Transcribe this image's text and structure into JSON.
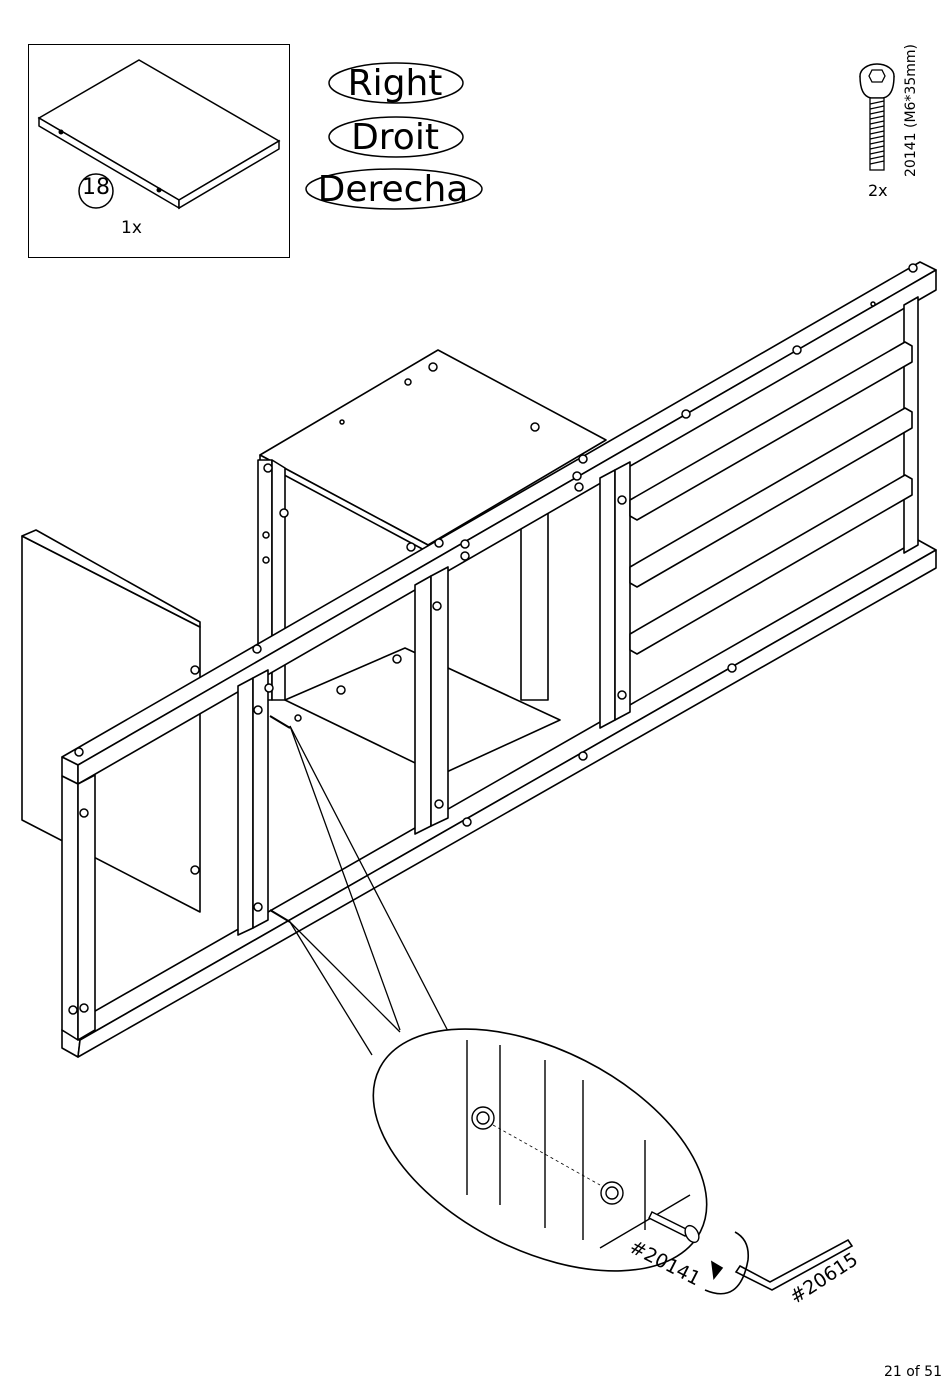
{
  "part": {
    "number": "18",
    "qty": "1x"
  },
  "labels": {
    "en": "Right",
    "fr": "Droit",
    "es": "Derecha"
  },
  "hardware": {
    "spec": "20141 (M6*35mm)",
    "qty": "2x"
  },
  "callouts": {
    "bolt": "#20141",
    "key": "#20615"
  },
  "page": {
    "number": "21 of 51"
  }
}
